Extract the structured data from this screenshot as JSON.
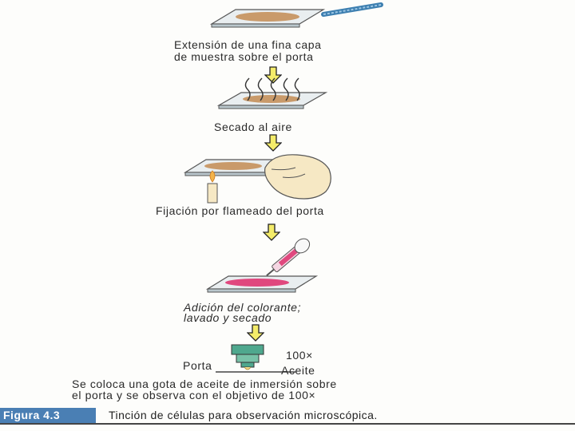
{
  "steps": [
    {
      "label_line1": "Extensión de una fina capa",
      "label_line2": "de muestra sobre el porta"
    },
    {
      "label": "Secado al aire"
    },
    {
      "label": "Fijación por flameado del porta"
    },
    {
      "label_line1": "Adición del colorante;",
      "label_line2": "lavado y secado"
    }
  ],
  "microscope": {
    "magnification": "100×",
    "slide_label": "Porta",
    "oil_label": "Aceite",
    "desc_line1": "Se coloca una gota de aceite de inmersión sobre",
    "desc_line2": "el porta y se observa con el objetivo de 100×"
  },
  "figure": {
    "number": "Figura 4.3",
    "caption": "Tinción de células para observación microscópica."
  },
  "colors": {
    "arrow_fill": "#f4ec6a",
    "stain": "#e0487e",
    "sample": "#c99a6a",
    "objective": "#4fa88e",
    "figure_bar": "#4a7fb4"
  }
}
